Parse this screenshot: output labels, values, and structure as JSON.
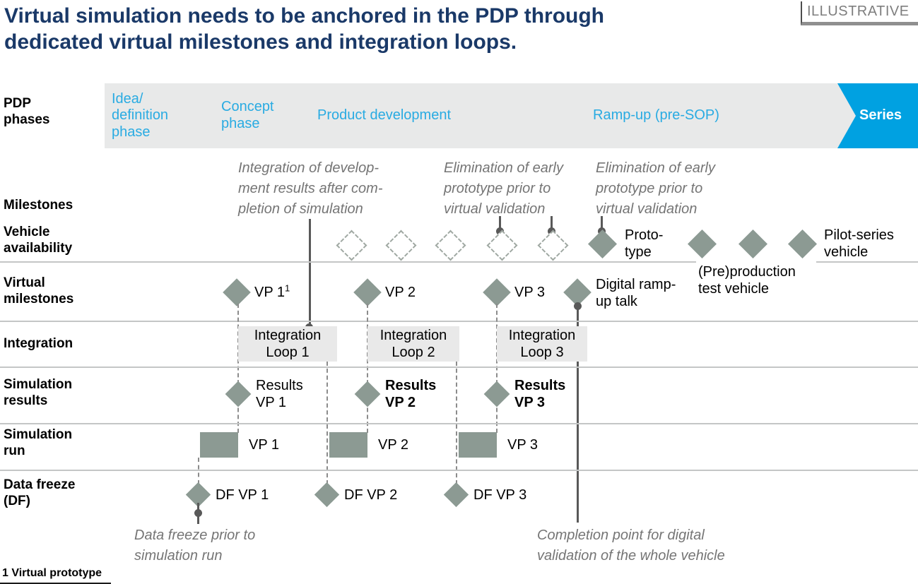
{
  "title": "Virtual simulation needs to be anchored in the PDP through dedicated virtual milestones and integration loops.",
  "tag": "ILLUSTRATIVE",
  "lanes": {
    "pdp": "PDP\nphases",
    "milestones": "Milestones",
    "vehicle": "Vehicle\navailability",
    "virtual": "Virtual\nmilestones",
    "integration": "Integration",
    "sim_results": "Simulation\nresults",
    "sim_run": "Simulation\nrun",
    "data_freeze": "Data freeze\n(DF)"
  },
  "phases": [
    {
      "label": "Idea/\ndefinition\nphase"
    },
    {
      "label": "Concept\nphase"
    },
    {
      "label": "Product development"
    },
    {
      "label": "Ramp-up (pre-SOP)"
    },
    {
      "label": "Series"
    }
  ],
  "annotations": {
    "integration_dev": "Integration of develop-\nment results after com-\npletion of simulation",
    "elimination1": "Elimination of early\nprototype prior to\nvirtual validation",
    "elimination2": "Elimination of early\nprototype prior to\nvirtual validation",
    "data_freeze": "Data freeze prior to\nsimulation run",
    "completion": "Completion point for digital\nvalidation of the whole vehicle"
  },
  "vehicle": {
    "prototype": "Proto-\ntype",
    "preproduction": "(Pre)production\ntest vehicle",
    "pilot": "Pilot-series\nvehicle"
  },
  "virtual_milestones": {
    "vp1": "VP 1",
    "vp1_sup": "1",
    "vp2": "VP 2",
    "vp3": "VP 3",
    "ramp_up": "Digital ramp-\nup talk"
  },
  "integration_loops": [
    "Integration\nLoop 1",
    "Integration\nLoop 2",
    "Integration\nLoop 3"
  ],
  "sim_results": [
    "Results\nVP 1",
    "Results\nVP 2",
    "Results\nVP 3"
  ],
  "sim_runs": [
    "VP 1",
    "VP 2",
    "VP 3"
  ],
  "data_freeze_items": [
    "DF VP 1",
    "DF VP 2",
    "DF VP 3"
  ],
  "footnote": "1 Virtual prototype",
  "colors": {
    "title_navy": "#1A3968",
    "phase_text_blue": "#29ABE2",
    "series_blue": "#00A1E1",
    "chevron_gray": "#E8E9E9",
    "diamond_gray_green": "#8C9A93",
    "annotation_gray": "#757575",
    "connector_dark_gray": "#595959"
  }
}
